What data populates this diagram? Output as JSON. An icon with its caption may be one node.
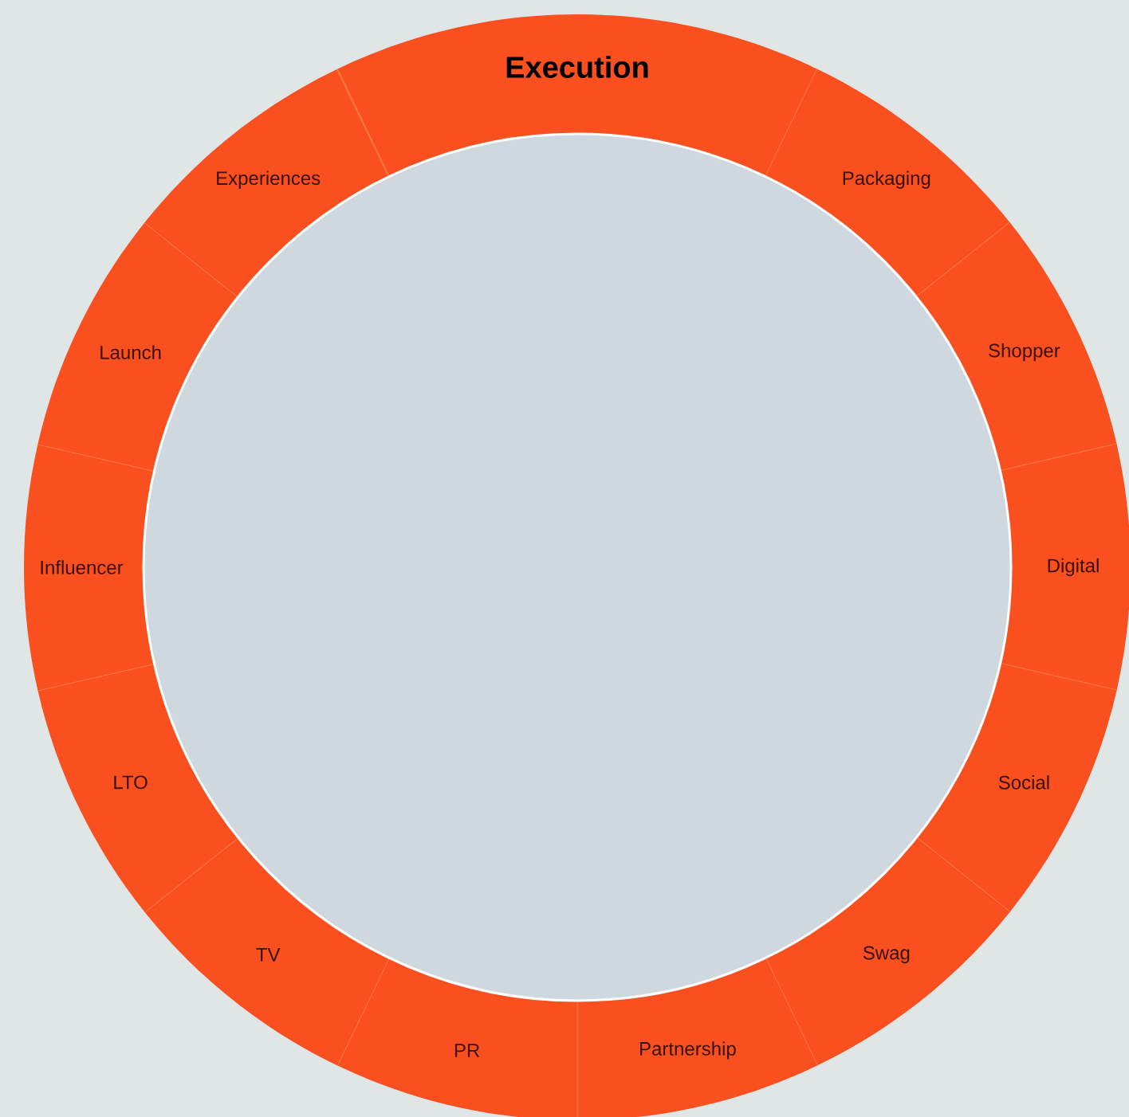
{
  "diagram": {
    "nodes": [
      {
        "text": [
          "Execution"
        ]
      },
      {
        "text": [
          "Packaging"
        ]
      },
      {
        "text": [
          "Shopper"
        ]
      },
      {
        "text": [
          "Digital"
        ]
      },
      {
        "text": [
          "Social"
        ]
      },
      {
        "text": [
          "Swag"
        ]
      },
      {
        "text": [
          "Partnership"
        ]
      },
      {
        "text": [
          "PR"
        ]
      },
      {
        "text": [
          "TV"
        ]
      },
      {
        "text": [
          "LTO"
        ]
      },
      {
        "text": [
          "Influencer"
        ]
      },
      {
        "text": [
          "Launch"
        ]
      },
      {
        "text": [
          "Experiences"
        ]
      }
    ]
  }
}
